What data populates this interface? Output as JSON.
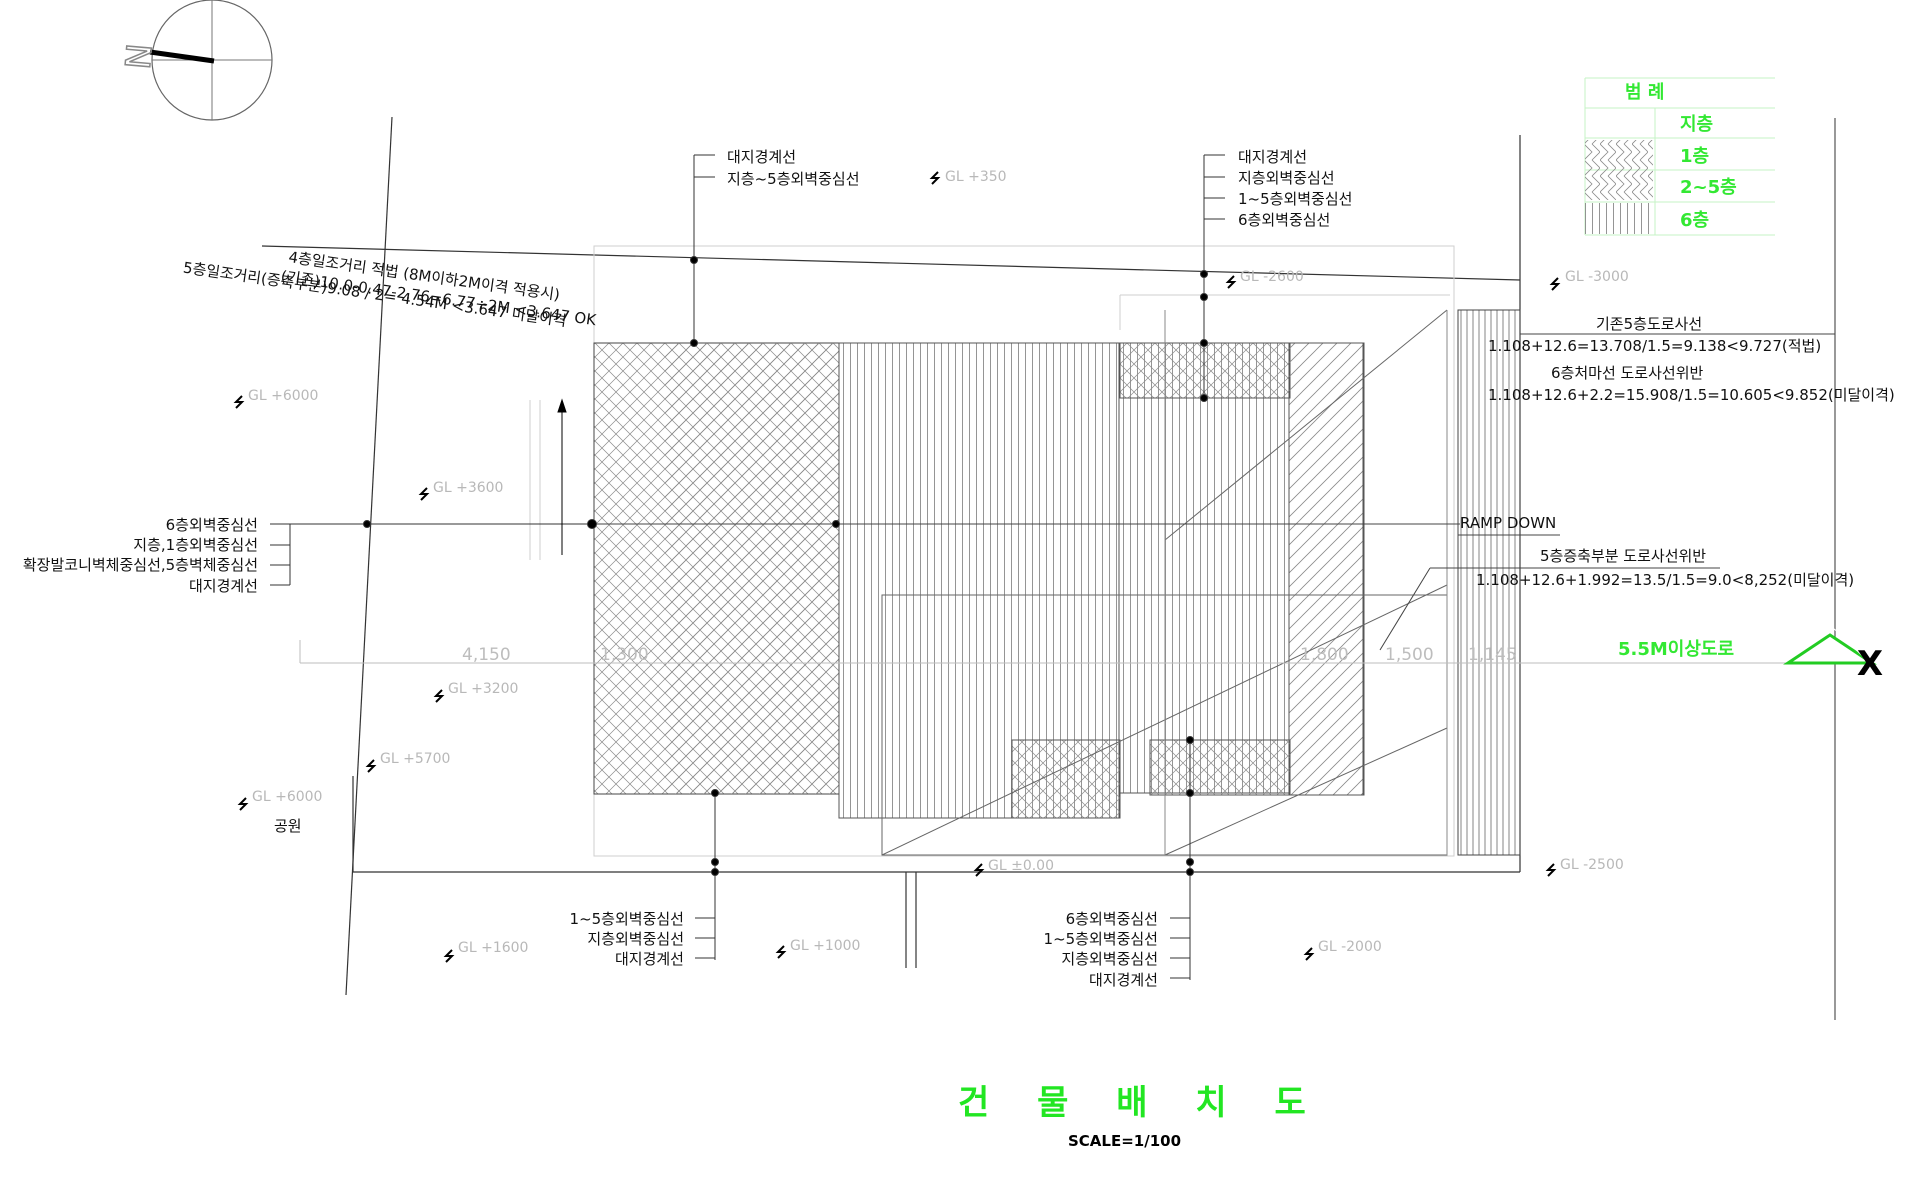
{
  "title": "건 물 배 치 도",
  "scale": "SCALE=1/100",
  "north_label": "N",
  "legend": {
    "header": "범  례",
    "items": [
      {
        "label": "지층",
        "pattern": "none"
      },
      {
        "label": "1층",
        "pattern": "chevron"
      },
      {
        "label": "2~5층",
        "pattern": "diagonal"
      },
      {
        "label": "6층",
        "pattern": "vertical"
      }
    ]
  },
  "top_left_callout": [
    "대지경계선",
    "지층~5층외벽중심선"
  ],
  "top_right_callout": [
    "대지경계선",
    "지층외벽중심선",
    "1~5층외벽중심선",
    "6층외벽중심선"
  ],
  "left_callout": [
    "6층외벽중심선",
    "지층,1층외벽중심선",
    "확장발코니벽체중심선,5층벽체중심선",
    "대지경계선"
  ],
  "bottom_left_callout": [
    "1~5층외벽중심선",
    "지층외벽중심선",
    "대지경계선"
  ],
  "bottom_right_callout": [
    "6층외벽중심선",
    "1~5층외벽중심선",
    "지층외벽중심선",
    "대지경계선"
  ],
  "setback_note": [
    "4층일조거리 적법    (8M이하2M이격 적용시)",
    "(기존)10.0-0.47-2.76=6.77÷2M <3.647 OK",
    "5층일조거리(증축부분)9.08 / 2= 4.54M <3.647 미달이격"
  ],
  "road_notes": [
    "기존5층도로사선",
    "1.108+12.6=13.708/1.5=9.138<9.727(적법)",
    "6층처마선 도로사선위반",
    "1.108+12.6+2.2=15.908/1.5=10.605<9.852(미달이격)",
    "5층증축부분 도로사선위반",
    "1.108+12.6+1.992=13.5/1.5=9.0<8,252(미달이격)"
  ],
  "ramp_label": "RAMP DOWN",
  "road_label": "5.5M이상도로",
  "section_marker": "X",
  "park_label": "공원",
  "dimensions": [
    "4,150",
    "1,300",
    "1,800",
    "1,500",
    "1,145"
  ],
  "ground_levels": [
    "GL +350",
    "GL -2600",
    "GL -3000",
    "GL +6000",
    "GL +3600",
    "GL +3200",
    "GL +5700",
    "GL +6000",
    "GL ±0.00",
    "GL -2500",
    "GL +1600",
    "GL +1000",
    "GL -2000"
  ],
  "colors": {
    "accent_green": "#33e833",
    "line": "#222222",
    "hatch": "#8a8a8a",
    "faint": "#c8c8c8"
  }
}
